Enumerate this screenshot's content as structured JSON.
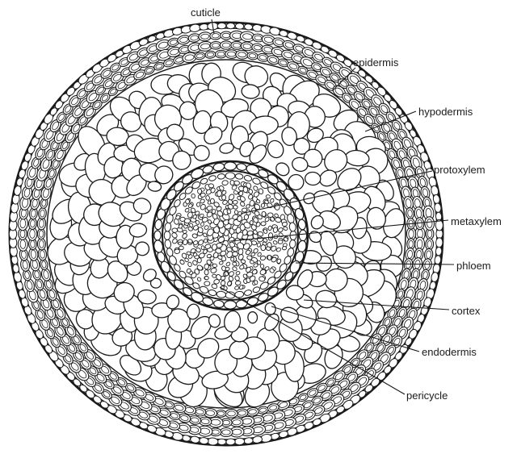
{
  "diagram": {
    "labels": {
      "cuticle": "cuticle",
      "epidermis": "epidermis",
      "hypodermis": "hypodermis",
      "protoxylem": "protoxylem",
      "metaxylem": "metaxylem",
      "phloem": "phloem",
      "cortex": "cortex",
      "endodermis": "endodermis",
      "pericycle": "pericycle"
    },
    "colors": {
      "ink": "#1a1a1a",
      "cell_fill": "#ffffff",
      "background": "#ffffff"
    }
  }
}
